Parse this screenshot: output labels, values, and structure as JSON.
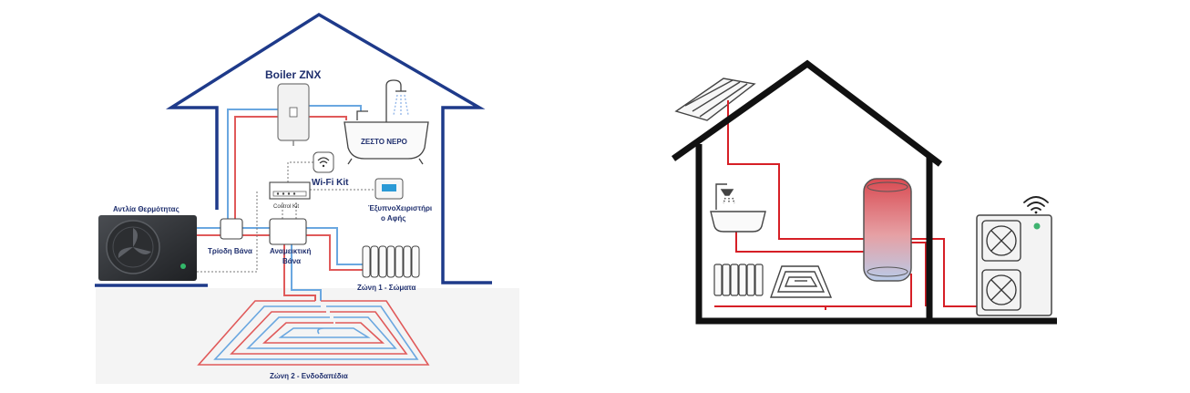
{
  "left_diagram": {
    "boiler_label": "Boiler ZNX",
    "bath_label": "ΖΕΣΤΟ ΝΕΡΟ",
    "wifi_label": "Wi-Fi Kit",
    "control_kit_label": "Control Kit",
    "smart_controller_label_line1": "ΈξυπνοΧειριστήρι",
    "smart_controller_label_line2": "ο Αφής",
    "heat_pump_label": "Αντλία Θερμότητας",
    "three_way_valve_label": "Τρίοδη Βάνα",
    "mixing_valve_label_line1": "Αναμεικτική",
    "mixing_valve_label_line2": "Βάνα",
    "zone1_label": "Ζώνη 1 - Σώματα",
    "zone2_label": "Ζώνη 2 - Ενδοδαπέδια"
  },
  "colors": {
    "house_outline_left": "#1e3a8a",
    "hot_pipe": "#e05a5a",
    "cold_pipe": "#6aa7e0",
    "label_text": "#1f2f6e",
    "house_outline_right": "#111111",
    "pipe_right": "#d61f26"
  },
  "icons": {
    "left": [
      "heat-pump-icon",
      "boiler-icon",
      "bathtub-icon",
      "wifi-icon",
      "control-kit-icon",
      "thermostat-icon",
      "radiator-icon",
      "floor-heating-icon"
    ],
    "right": [
      "solar-panel-icon",
      "shower-icon",
      "tank-icon",
      "radiator-icon",
      "floor-heating-icon",
      "heat-pump-icon",
      "wifi-icon"
    ]
  }
}
